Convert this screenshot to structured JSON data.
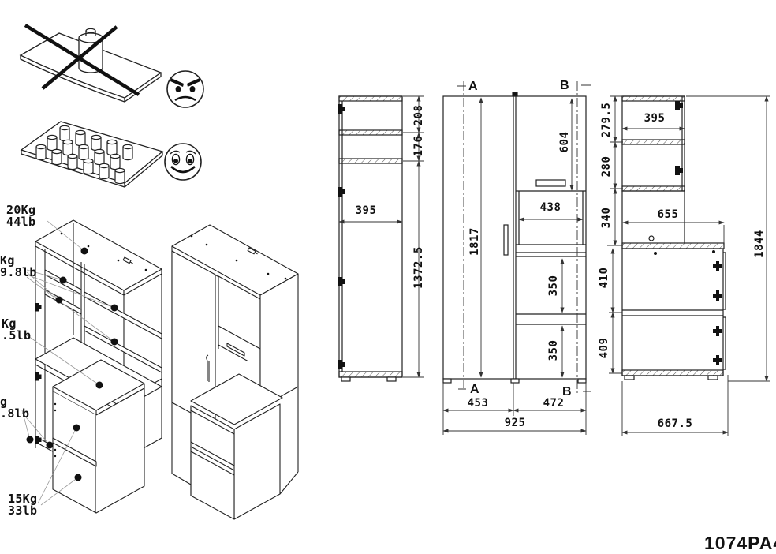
{
  "page": {
    "background": "#ffffff",
    "line_color": "#1a1a1a",
    "part_number": "1074PA4"
  },
  "pictograms": {
    "dont": {
      "meaning": "no-single-concentrated-load",
      "face": "angry"
    },
    "do": {
      "meaning": "distributed-small-loads-ok",
      "face": "happy"
    }
  },
  "weight_labels": [
    {
      "kg": "20Kg",
      "lb": "44lb"
    },
    {
      "kg": "Kg",
      "lb": "9.8lb"
    },
    {
      "kg": "Kg",
      "lb": ".5lb"
    },
    {
      "kg": "g",
      "lb": ".8lb"
    },
    {
      "kg": "15Kg",
      "lb": "33lb"
    }
  ],
  "left_view": {
    "width": "395",
    "top_section": "208",
    "second_section": "176",
    "lower_section": "1372.5"
  },
  "front_view": {
    "section_a": "A",
    "section_b": "B",
    "total_height": "1817",
    "door_height": "604",
    "niche_width": "438",
    "shelf_top": "350",
    "shelf_bottom": "350",
    "left_width": "453",
    "right_width": "472",
    "total_width": "925"
  },
  "side_view": {
    "top_section": "279.5",
    "door_section": "280",
    "open_section": "340",
    "depth_top": "395",
    "depth_counter": "655",
    "drawer_top": "410",
    "drawer_bottom": "409",
    "base_depth": "667.5",
    "total_height": "1844"
  }
}
